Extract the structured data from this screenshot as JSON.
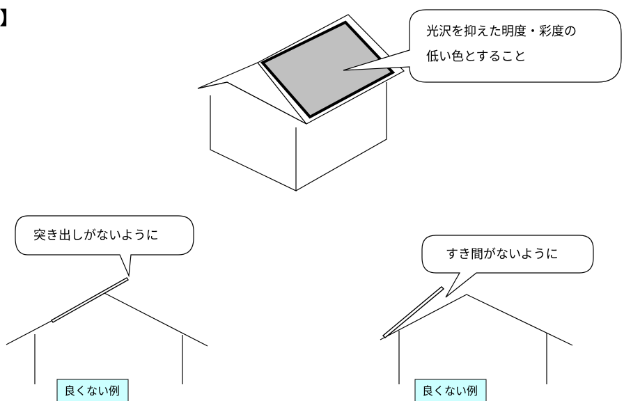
{
  "corner_mark": "】",
  "main_callout": {
    "line1": "光沢を抑えた明度・彩度の",
    "line2": "低い色とすること"
  },
  "left_example": {
    "callout": "突き出しがないように",
    "label": "良くない例"
  },
  "right_example": {
    "callout": "すき間がないように",
    "label": "良くない例"
  },
  "colors": {
    "panel_fill": "#c0c0c0",
    "label_box_fill": "#ccffff",
    "stroke": "#000000"
  }
}
